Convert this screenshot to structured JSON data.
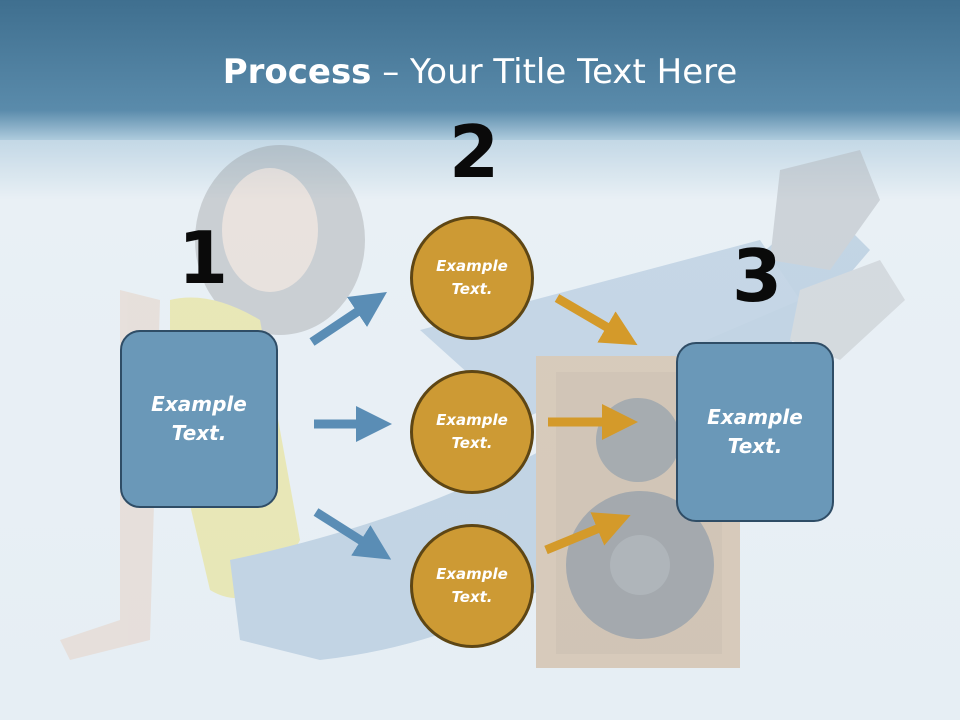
{
  "title": {
    "bold": "Process",
    "rest": " – Your Title Text Here"
  },
  "steps": {
    "one": "1",
    "two": "2",
    "three": "3"
  },
  "left_box": {
    "line1": "Example",
    "line2": "Text."
  },
  "right_box": {
    "line1": "Example",
    "line2": "Text."
  },
  "circles": [
    {
      "line1": "Example",
      "line2": "Text."
    },
    {
      "line1": "Example",
      "line2": "Text."
    },
    {
      "line1": "Example",
      "line2": "Text."
    }
  ],
  "colors": {
    "box": "#6a98b8",
    "circle": "#cd9a34",
    "arrow_blue": "#5a8db5",
    "arrow_gold": "#d49a2a"
  }
}
